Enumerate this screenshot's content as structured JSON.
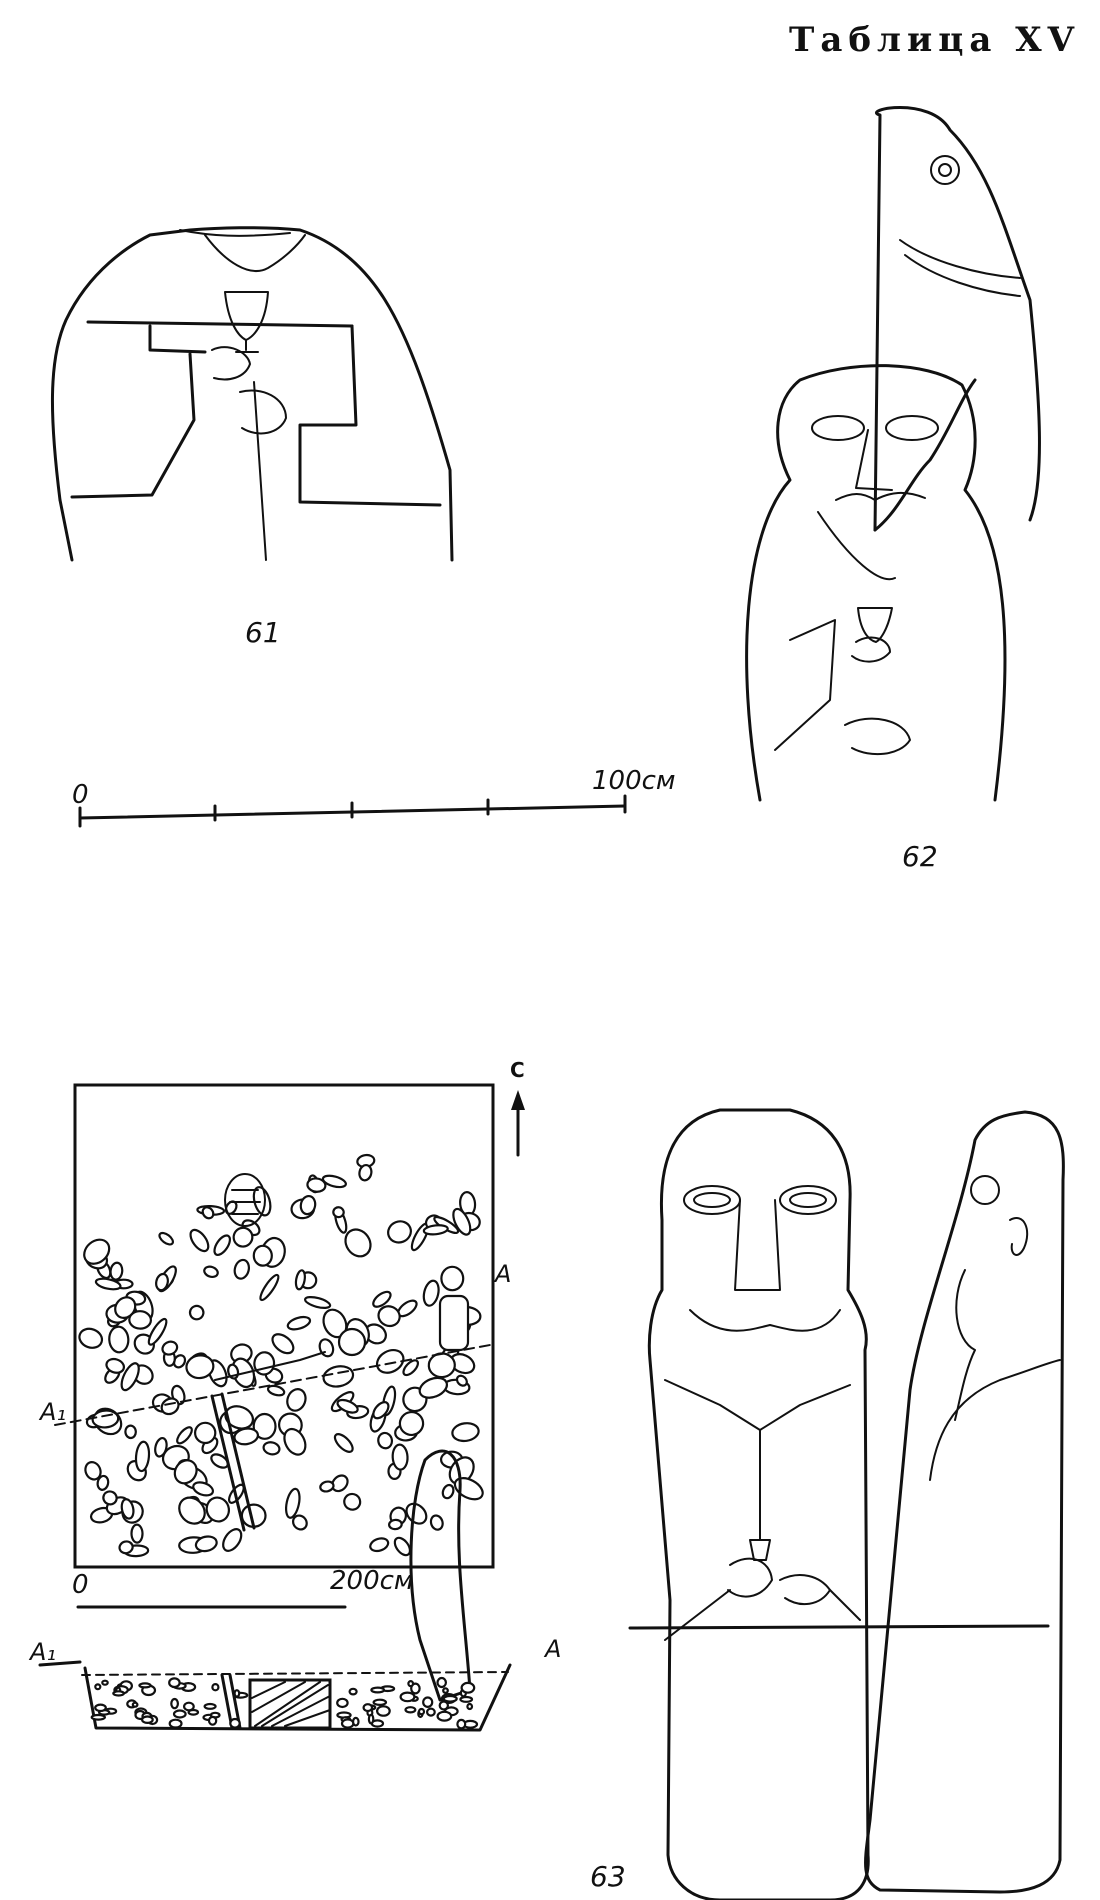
{
  "plate": {
    "title": "Таблица XV"
  },
  "figures": {
    "fig61": {
      "label": "61"
    },
    "fig62": {
      "label": "62"
    },
    "fig63": {
      "label": "63"
    }
  },
  "scales": {
    "top": {
      "start": "0",
      "end": "100см"
    },
    "bottom": {
      "start": "0",
      "end": "200см"
    }
  },
  "plan": {
    "north": "С",
    "section_a": "А",
    "section_a1": "А₁"
  }
}
